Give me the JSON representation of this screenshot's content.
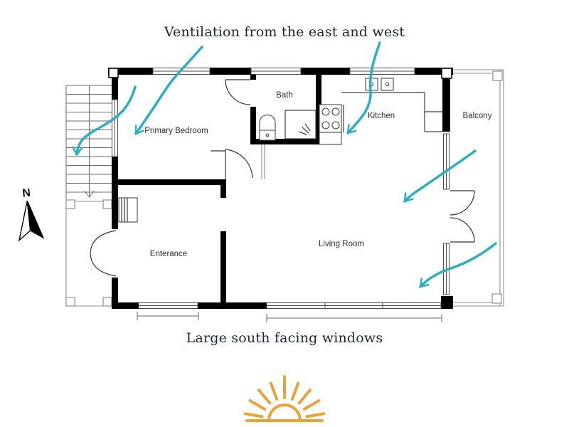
{
  "title": "Ventilation from the east and west",
  "caption": "Large south facing windows",
  "compass": {
    "label": "N"
  },
  "rooms": {
    "primary_bedroom": "Primary Bedroom",
    "bath": "Bath",
    "kitchen": "Kitchen",
    "balcony": "Balcony",
    "entrance": "Enterance",
    "living_room": "Living Room"
  },
  "icons": {
    "airflow": "airflow-arrow-icon",
    "north": "north-arrow-icon",
    "sun": "rising-sun-icon",
    "stairs_direction": "down-arrow-icon"
  },
  "colors": {
    "airflow_arrow": "#2FAEC2",
    "sun": "#E8A43C",
    "wall": "#000000",
    "title_text": "#1D2733",
    "label_text": "#2E2E2E"
  }
}
